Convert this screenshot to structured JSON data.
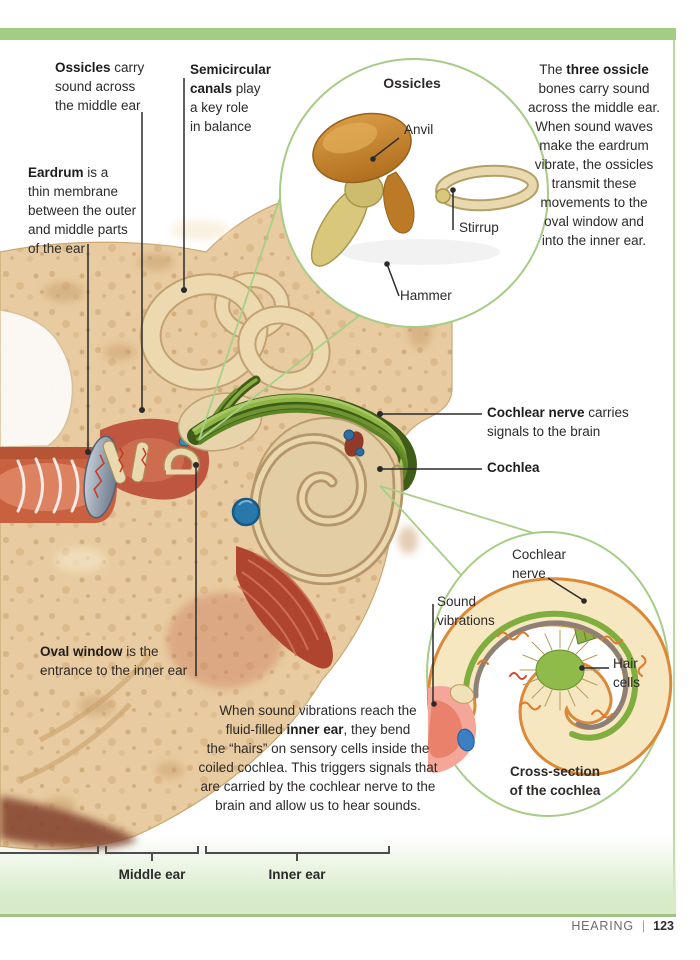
{
  "colors": {
    "accent_green": "#a3cc84",
    "circle_stroke": "#a6cc86",
    "band_green": "#d7ebc9",
    "text": "#2d2a28"
  },
  "labels": {
    "ossicles": {
      "bold": "Ossicles",
      "text": " carry\nsound across\nthe middle ear"
    },
    "semicircular": {
      "bold": "Semicircular\ncanals",
      "text": " play\na key role\nin balance"
    },
    "eardrum": {
      "bold": "Eardrum",
      "text": " is a\nthin membrane\nbetween the outer\nand middle parts\nof the ear"
    },
    "cochlear_nerve": {
      "bold": "Cochlear nerve",
      "text": " carries\nsignals to the brain"
    },
    "cochlea": {
      "bold": "Cochlea"
    },
    "oval_window": {
      "bold": "Oval window",
      "text": " is the\nentrance to the inner ear"
    }
  },
  "paragraphs": {
    "ossicle_bones": {
      "lead": "The ",
      "bold": "three ossicle",
      "rest": "\nbones carry sound\nacross the middle ear.\nWhen sound waves\nmake the eardrum\nvibrate, the ossicles\ntransmit these\nmovements to the\noval window and\ninto the inner ear."
    },
    "inner_ear": {
      "lead": "When sound vibrations reach the\nfluid-filled ",
      "bold": "inner ear",
      "rest": ", they bend\nthe “hairs” on sensory cells inside the\ncoiled cochlea. This triggers signals that\nare carried by the cochlear nerve to the\nbrain and allow us to hear sounds."
    }
  },
  "inset_top": {
    "title": "Ossicles",
    "anvil": "Anvil",
    "stirrup": "Stirrup",
    "hammer": "Hammer"
  },
  "inset_bottom": {
    "cochlear_nerve": "Cochlear\nnerve",
    "sound_vibrations": "Sound\nvibrations",
    "hair_cells": "Hair\ncells",
    "caption": "Cross-section\nof the cochlea"
  },
  "brackets": {
    "middle_ear": "Middle ear",
    "inner_ear": "Inner ear"
  },
  "footer": {
    "section": "HEARING",
    "separator": "|",
    "page_number": "123"
  }
}
